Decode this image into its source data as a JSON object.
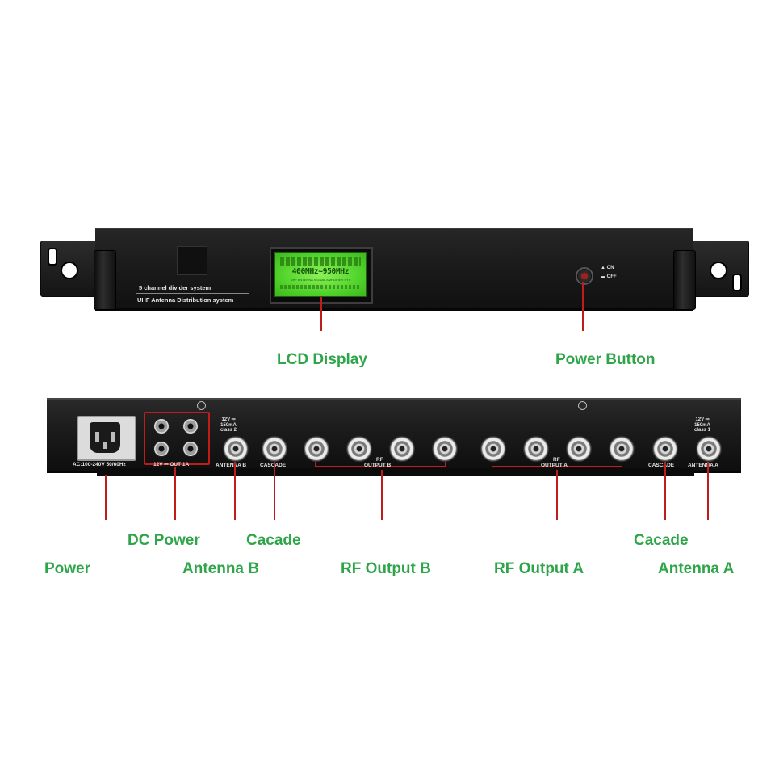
{
  "front_panel": {
    "label_line1": "5 channel divider system",
    "label_line2": "UHF Antenna Distribution system",
    "lcd_frequency": "400MHz~950MHz",
    "lcd_subtext": "UHF ANTENNA SIGNAL AMPLIFIER SYS",
    "switch_on": "ON",
    "switch_off": "OFF"
  },
  "rear_panel": {
    "ac_label": "AC:100-240V  50/60Hz",
    "dc_label": "12V ⎓ OUT 1A",
    "antenna_b_spec": [
      "12V ⎓",
      "150mA",
      "class 2"
    ],
    "antenna_a_spec": [
      "12V ⎓",
      "150mA",
      "class 1"
    ],
    "antenna_b": "ANTENNA B",
    "cascade_left": "CASCADE",
    "rf_b": "RF",
    "output_b": "OUTPUT B",
    "rf_a": "RF",
    "output_a": "OUTPUT A",
    "cascade_right": "CASCADE",
    "antenna_a": "ANTENNA A"
  },
  "callouts": {
    "lcd_display": "LCD Display",
    "power_button": "Power Button",
    "dc_power": "DC Power",
    "cacade_left": "Cacade",
    "power": "Power",
    "antenna_b": "Antenna B",
    "rf_output_b": "RF Output B",
    "rf_output_a": "RF Output A",
    "cacade_right": "Cacade",
    "antenna_a": "Antenna A"
  },
  "colors": {
    "callout_text": "#2fa54a",
    "leader_line": "#c21b1b",
    "lcd_backlight": "#52d42c",
    "chassis": "#1b1b1b"
  }
}
